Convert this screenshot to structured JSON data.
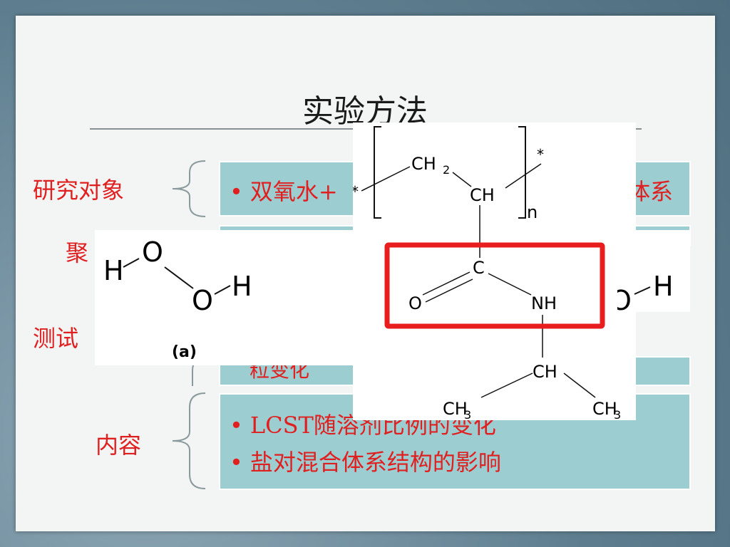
{
  "slide": {
    "title": "实验方法",
    "rows": [
      {
        "label": "研究对象"
      },
      {
        "label": "聚"
      },
      {
        "label": "测试"
      },
      {
        "label": "内容"
      }
    ],
    "box1_text": "双氧水+",
    "box1_tail": "体系",
    "box3_text": "粒变化",
    "box4_items": [
      "LCST随溶剂比例的变化",
      "盐对混合体系结构的影响"
    ],
    "bullet": "•"
  },
  "figure_a": {
    "atoms": [
      "H",
      "O",
      "O",
      "H"
    ],
    "caption": "(a)"
  },
  "figure_b": {
    "atoms": {
      "ch2": "CH",
      "ch2_sub": "2",
      "ch": "CH",
      "c": "C",
      "o": "O",
      "nh": "NH",
      "ch_iso": "CH",
      "ch3_left": "CH",
      "ch3_right": "CH",
      "ch3_sub": "3"
    },
    "repeat_n": "n",
    "star": "*",
    "highlight_color": "#e81e1e"
  },
  "figure_c": {
    "atoms": [
      "O",
      "H"
    ]
  }
}
